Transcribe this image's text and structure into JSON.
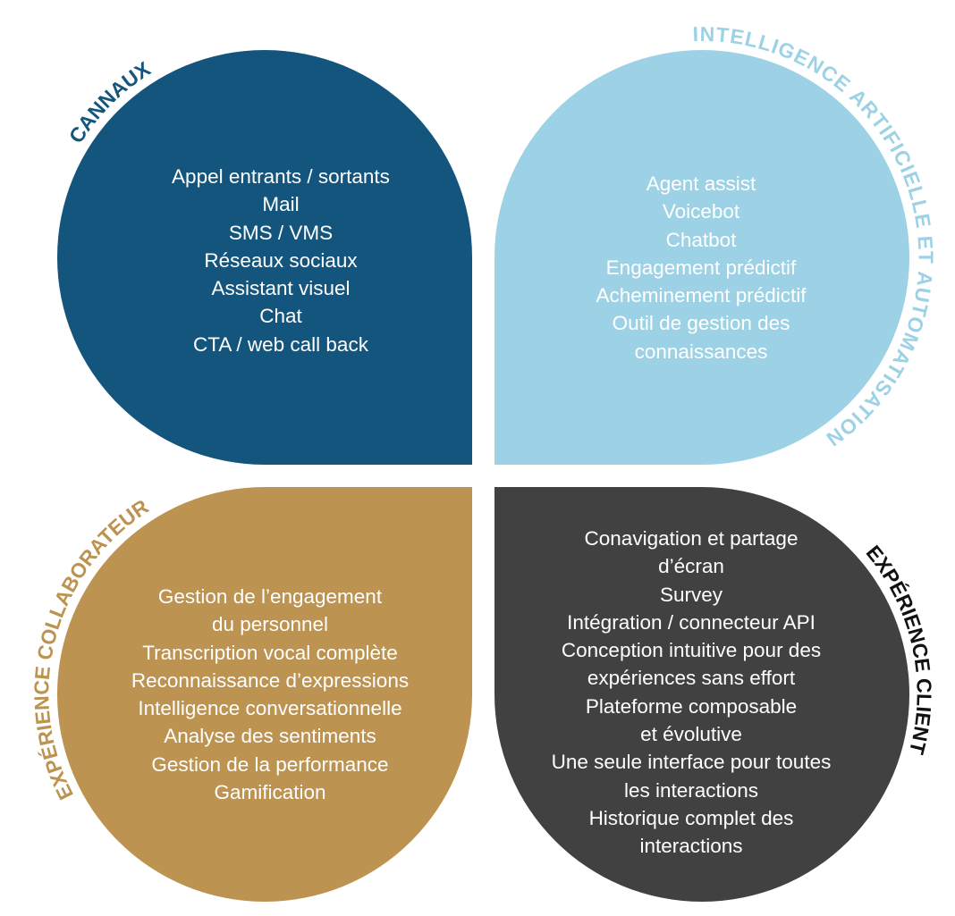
{
  "colors": {
    "canaux": "#13557d",
    "ia": "#9dd2e6",
    "collaborateur": "#bc9351",
    "client": "#414141"
  },
  "quadrants": {
    "canaux": {
      "title": "CANNAUX",
      "lines": [
        "Appel entrants / sortants",
        "Mail",
        "SMS / VMS",
        "Réseaux sociaux",
        "Assistant visuel",
        "Chat",
        "CTA / web call back"
      ]
    },
    "ia": {
      "title": "INTELLIGENCE ARTIFICIELLE ET AUTOMATISATION",
      "lines": [
        "Agent assist",
        "Voicebot",
        "Chatbot",
        "Engagement prédictif",
        "Acheminement prédictif",
        "Outil de gestion des",
        "connaissances"
      ]
    },
    "collaborateur": {
      "title": "EXPÉRIENCE COLLABORATEUR",
      "lines": [
        "Gestion de l’engagement",
        "du personnel",
        "Transcription vocal complète",
        "Reconnaissance d’expressions",
        "Intelligence conversationnelle",
        "Analyse des sentiments",
        "Gestion de la performance",
        "Gamification"
      ]
    },
    "client": {
      "title": "EXPÉRIENCE CLIENT",
      "lines": [
        "Conavigation et partage",
        "d’écran",
        "Survey",
        "Intégration / connecteur API",
        "Conception intuitive pour des",
        "expériences sans effort",
        "Plateforme composable",
        "et évolutive",
        "Une seule interface pour toutes",
        "les interactions",
        "Historique complet des",
        "interactions"
      ]
    }
  }
}
